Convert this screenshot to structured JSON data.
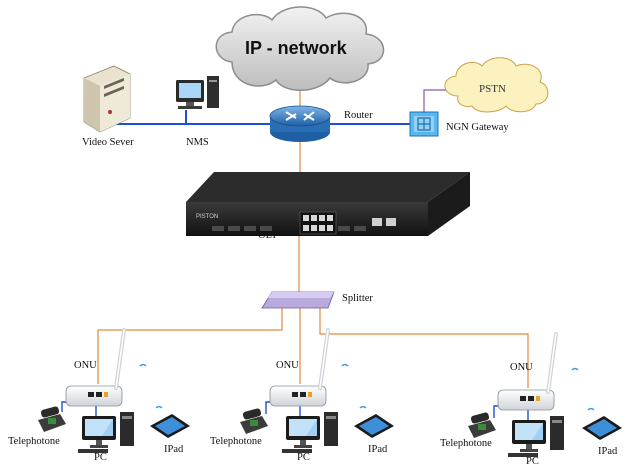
{
  "cloud_ip": "IP - network",
  "cloud_pstn": "PSTN",
  "router": "Router",
  "ngn_gateway": "NGN Gateway",
  "video_server": "Video Sever",
  "nms": "NMS",
  "olt": "OLT",
  "splitter": "Splitter",
  "olt_brand": "PISTON",
  "branches": [
    {
      "onu": "ONU",
      "telephone": "Telephotone",
      "pc": "PC",
      "ipad": "IPad"
    },
    {
      "onu": "ONU",
      "telephone": "Telephotone",
      "pc": "PC",
      "ipad": "IPad"
    },
    {
      "onu": "ONU",
      "telephone": "Telephotone",
      "pc": "PC",
      "ipad": "IPad"
    }
  ],
  "colors": {
    "ethernet_link": "#1f4fd0",
    "fiber_link": "#e08a3c",
    "phone_link": "#8a5aa8",
    "cloud": "#d9d9d9",
    "pstn_cloud": "#fbf2c0"
  }
}
